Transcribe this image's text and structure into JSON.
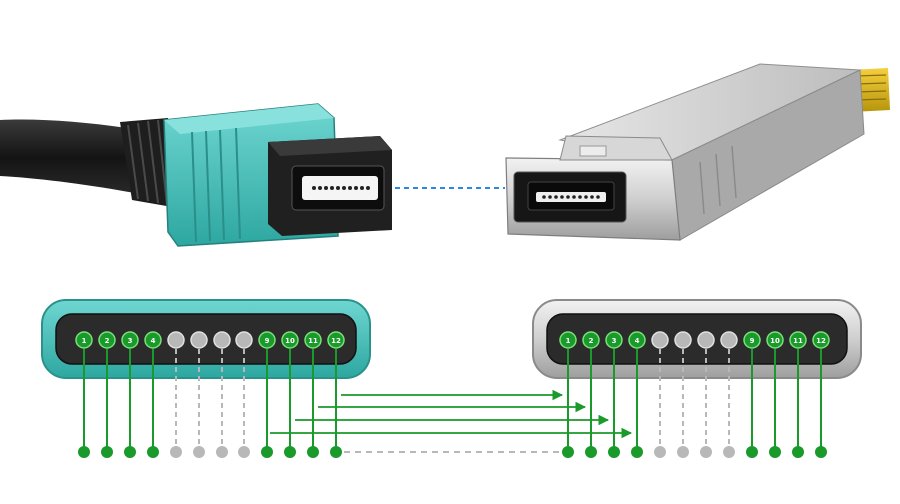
{
  "figure": {
    "left_connector": {
      "fibers": [
        {
          "label": "1",
          "active": true
        },
        {
          "label": "2",
          "active": true
        },
        {
          "label": "3",
          "active": true
        },
        {
          "label": "4",
          "active": true
        },
        {
          "label": "",
          "active": false
        },
        {
          "label": "",
          "active": false
        },
        {
          "label": "",
          "active": false
        },
        {
          "label": "",
          "active": false
        },
        {
          "label": "9",
          "active": true
        },
        {
          "label": "10",
          "active": true
        },
        {
          "label": "11",
          "active": true
        },
        {
          "label": "12",
          "active": true
        }
      ]
    },
    "right_connector": {
      "fibers": [
        {
          "label": "1",
          "active": true
        },
        {
          "label": "2",
          "active": true
        },
        {
          "label": "3",
          "active": true
        },
        {
          "label": "4",
          "active": true
        },
        {
          "label": "",
          "active": false
        },
        {
          "label": "",
          "active": false
        },
        {
          "label": "",
          "active": false
        },
        {
          "label": "",
          "active": false
        },
        {
          "label": "9",
          "active": true
        },
        {
          "label": "10",
          "active": true
        },
        {
          "label": "11",
          "active": true
        },
        {
          "label": "12",
          "active": true
        }
      ]
    },
    "crossover_links": [
      {
        "from_fiber": 9,
        "to_fiber": 1
      },
      {
        "from_fiber": 10,
        "to_fiber": 2
      },
      {
        "from_fiber": 11,
        "to_fiber": 3
      },
      {
        "from_fiber": 12,
        "to_fiber": 4
      }
    ],
    "colors": {
      "active": "#1a9a2a",
      "inactive": "#b8b8b8",
      "mpo_teal": "#4cc4bf",
      "sfp_gray": "#c9c9c9",
      "link_dash": "#2e86de"
    },
    "icons": [
      "mpo-cable-connector-icon",
      "qsfp-transceiver-icon"
    ]
  }
}
